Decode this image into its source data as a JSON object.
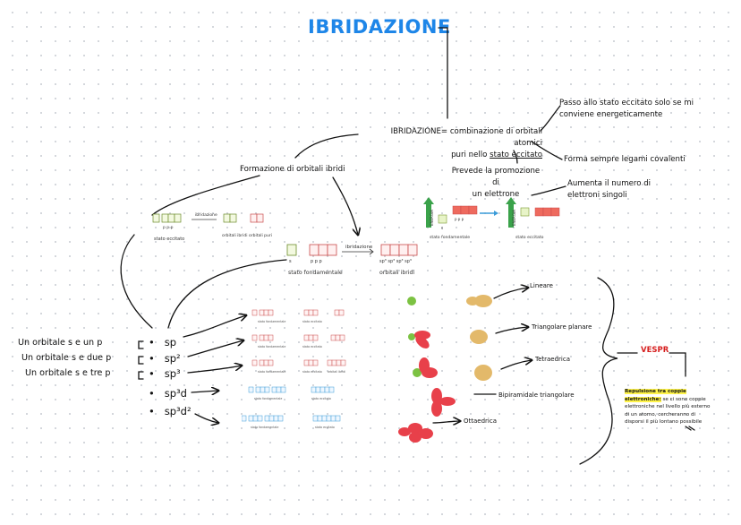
{
  "title": "IBRIDAZIONE",
  "definition": {
    "line1": "IBRIDAZIONE= combinazione di orbitali atomici",
    "line2_plain": "puri nello ",
    "line2_underlined": "stato eccitato"
  },
  "notes": {
    "excited": [
      "Passo allo stato eccitato solo se mi",
      "conviene energeticamente"
    ],
    "covalent": "Forma sempre legami covalenti",
    "promotion": [
      "Prevede la promozione di",
      "un elettrone"
    ],
    "singles": [
      "Aumenta il numero di",
      "elettroni singoli"
    ],
    "formation": "Formazione di orbitali ibridi"
  },
  "diagram_left": {
    "arrow_label": "ibridazione",
    "state_label": "stato eccitato",
    "p_labels": "p  p  p",
    "hybrid_label": "orbitali ibridi",
    "pure_label": "orbitali puri"
  },
  "diagram_center": {
    "arrow_label": "ibridazione",
    "ground_label": "stato fondamentale",
    "hybrid_label": "orbitali ibridi",
    "s_label": "s",
    "p_labels": "p  p  p",
    "sp3_labels": "sp³ sp³ sp³ sp³"
  },
  "diagram_energy": {
    "energy_label": "ENERGIA",
    "ground_label": "stato fondamentale",
    "excited_label": "stato eccitato",
    "s_label": "s",
    "p_labels": "p p p"
  },
  "orbital_sets": [
    {
      "desc": "Un orbitale s e un p",
      "hybrid": "sp"
    },
    {
      "desc": "Un orbitale s e due p",
      "hybrid": "sp²"
    },
    {
      "desc": "Un orbitale s e tre p",
      "hybrid": "sp³"
    },
    {
      "desc": "",
      "hybrid": "sp³d"
    },
    {
      "desc": "",
      "hybrid": "sp³d²"
    }
  ],
  "row_small_labels": {
    "ground": "stato fondamentale",
    "excited": "stato eccitato",
    "hybrid": "orbitali ibridi"
  },
  "geometries": [
    "Lineare",
    "Triangolare planare",
    "Tetraedrica",
    "Bipiramidale triangolare",
    "Ottaedrica"
  ],
  "vespr": {
    "label": "VESPR",
    "highlight": "Repulsione tra coppie elettroniche:",
    "text": "se ci sono coppie elettroniche nel livello più esterno di un atomo, cercheranno di disporsi il più lontano possibile"
  },
  "colors": {
    "title": "#1e86e8",
    "vespr": "#d62020",
    "highlight": "#fff44a",
    "orbital_red": "#e8404a",
    "orbital_box": "#d9534f"
  }
}
